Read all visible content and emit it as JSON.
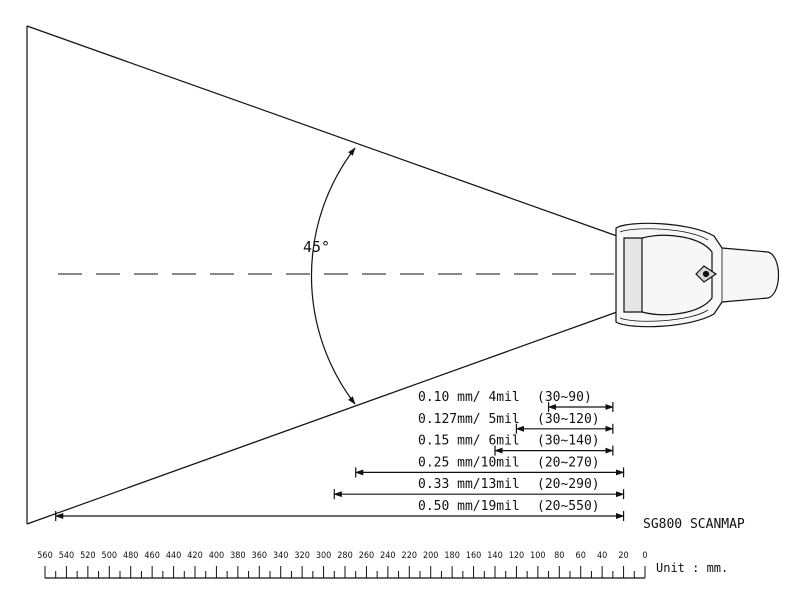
{
  "title": "SG800 SCANMAP",
  "angle_label": "45°",
  "unit_label": "Unit : mm.",
  "scale": {
    "min": 0,
    "max": 560,
    "ticks": [
      560,
      540,
      520,
      500,
      480,
      460,
      440,
      420,
      400,
      380,
      360,
      340,
      320,
      300,
      280,
      260,
      240,
      220,
      200,
      180,
      160,
      140,
      120,
      100,
      80,
      60,
      40,
      20,
      0
    ]
  },
  "ranges": [
    {
      "label": "0.10 mm/ 4mil",
      "range_text": "(30~90)",
      "near": 30,
      "far": 90
    },
    {
      "label": "0.127mm/ 5mil",
      "range_text": "(30~120)",
      "near": 30,
      "far": 120
    },
    {
      "label": "0.15 mm/ 6mil",
      "range_text": "(30~140)",
      "near": 30,
      "far": 140
    },
    {
      "label": "0.25 mm/10mil",
      "range_text": "(20~270)",
      "near": 20,
      "far": 270
    },
    {
      "label": "0.33 mm/13mil",
      "range_text": "(20~290)",
      "near": 20,
      "far": 290
    },
    {
      "label": "0.50 mm/19mil",
      "range_text": "(20~550)",
      "near": 20,
      "far": 550
    }
  ]
}
